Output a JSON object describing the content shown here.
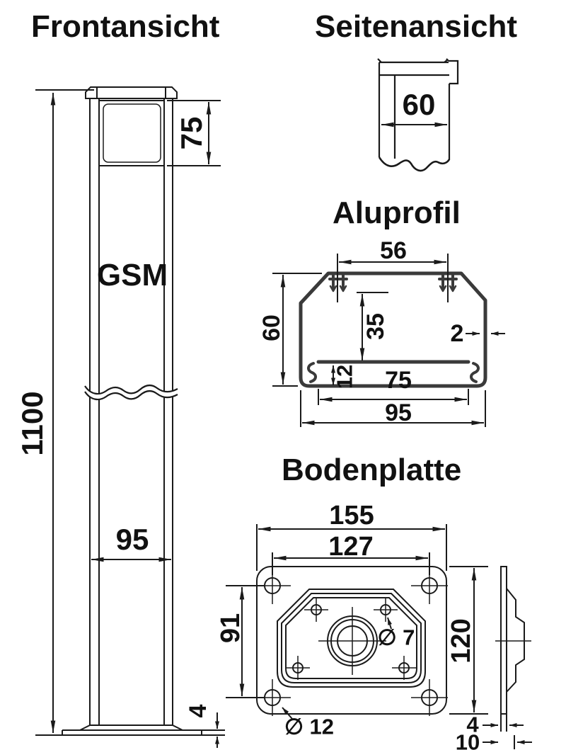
{
  "colors": {
    "line": "#1a1a1a",
    "profile_stroke": "#3a3a3a",
    "background": "#ffffff",
    "text": "#111111"
  },
  "front_view": {
    "title": "Frontansicht",
    "post_label": "GSM",
    "dim_total_height": "1100",
    "dim_window_height": "75",
    "dim_post_width": "95",
    "dim_foot_plate_thickness": "4"
  },
  "side_view": {
    "title": "Seitenansicht",
    "dim_depth": "60"
  },
  "profile_view": {
    "title": "Aluprofil",
    "dim_top_opening": "56",
    "dim_height": "60",
    "dim_inner_height": "35",
    "dim_wall_thickness": "2",
    "dim_channel_height": "12",
    "dim_channel_width": "75",
    "dim_width": "95"
  },
  "baseplate_view": {
    "title": "Bodenplatte",
    "dim_width": "155",
    "dim_hole_spacing_h": "127",
    "dim_hole_spacing_v": "91",
    "dim_height": "120",
    "dim_small_hole": "∅ 7",
    "dim_corner_hole": "∅ 12",
    "dim_plate_thickness": "4",
    "dim_total_depth": "10"
  }
}
